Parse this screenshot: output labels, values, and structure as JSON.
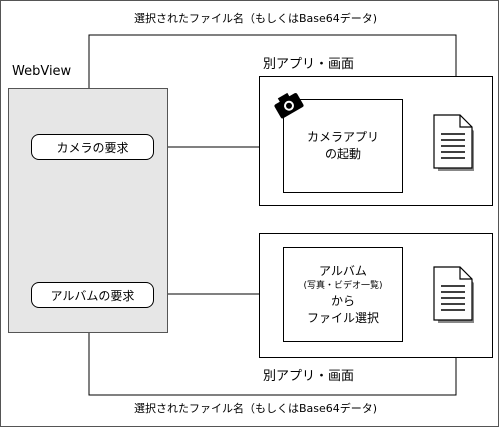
{
  "webview": {
    "title": "WebView"
  },
  "requests": {
    "camera": "カメラの要求",
    "album": "アルバムの要求"
  },
  "top": {
    "caption": "選択されたファイル名（もしくはBase64データ)",
    "app_label": "別アプリ・画面",
    "box_line1": "カメラアプリ",
    "box_line2": "の起動"
  },
  "bottom": {
    "caption": "選択されたファイル名（もしくはBase64データ)",
    "app_label": "別アプリ・画面",
    "box_line1": "アルバム",
    "box_line2": "(写真・ビデオ一覧)",
    "box_line3": "から",
    "box_line4": "ファイル選択"
  },
  "icons": {
    "camera": "camera-icon",
    "document": "document-icon"
  },
  "colors": {
    "webview_fill": "#e6e6e6",
    "stroke": "#000000"
  }
}
